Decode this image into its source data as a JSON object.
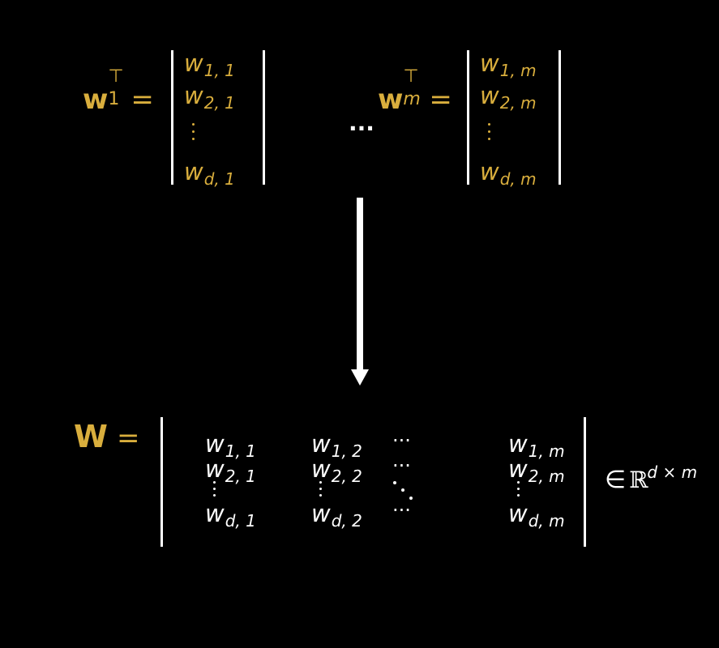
{
  "colors": {
    "background": "#000000",
    "accent": "#d9ae3d",
    "foreground": "#ffffff"
  },
  "top": {
    "left_vector": {
      "symbol": "w",
      "subscript": "1",
      "superscript": "⊤",
      "equals": "=",
      "entries": [
        {
          "base": "w",
          "sub": "1, 1"
        },
        {
          "base": "w",
          "sub": "2, 1"
        },
        {
          "base": "w",
          "sub": "d, 1"
        }
      ]
    },
    "ellipsis": "...",
    "right_vector": {
      "symbol": "w",
      "subscript": "m",
      "superscript": "⊤",
      "equals": "=",
      "entries": [
        {
          "base": "w",
          "sub": "1, m"
        },
        {
          "base": "w",
          "sub": "2, m"
        },
        {
          "base": "w",
          "sub": "d, m"
        }
      ]
    }
  },
  "arrow": {
    "direction": "down"
  },
  "matrix": {
    "symbol": "W",
    "equals": "=",
    "columns": [
      {
        "rows": [
          {
            "base": "w",
            "sub": "1, 1"
          },
          {
            "base": "w",
            "sub": "2, 1"
          },
          {
            "base": "w",
            "sub": "d, 1"
          }
        ]
      },
      {
        "rows": [
          {
            "base": "w",
            "sub": "1, 2"
          },
          {
            "base": "w",
            "sub": "2, 2"
          },
          {
            "base": "w",
            "sub": "d, 2"
          }
        ]
      },
      {
        "rows": [
          {
            "base": "w",
            "sub": "1, m"
          },
          {
            "base": "w",
            "sub": "2, m"
          },
          {
            "base": "w",
            "sub": "d, m"
          }
        ]
      }
    ],
    "hdots": "···",
    "membership": {
      "in": "∈",
      "set": "ℝ",
      "superscript": "d × m"
    }
  }
}
